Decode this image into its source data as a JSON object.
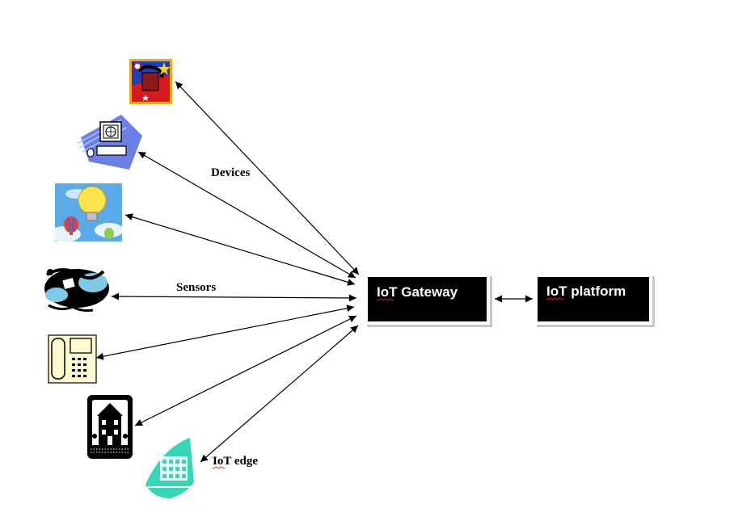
{
  "labels": {
    "devices": "Devices",
    "sensors": "Sensors",
    "edge": "IoT edge"
  },
  "nodes": {
    "gateway": {
      "label": "IoT Gateway"
    },
    "platform": {
      "label": "IoT platform"
    }
  },
  "icons": [
    "telephone-stamp-icon",
    "computer-icon",
    "lightbulb-balloons-icon",
    "person-with-papers-icon",
    "desk-phone-icon",
    "house-icon",
    "building-ship-icon"
  ],
  "colors": {
    "box_fill": "#000000",
    "box_text": "#ffffff",
    "box_shadow": "#c8c8c8",
    "arrow": "#000000"
  }
}
